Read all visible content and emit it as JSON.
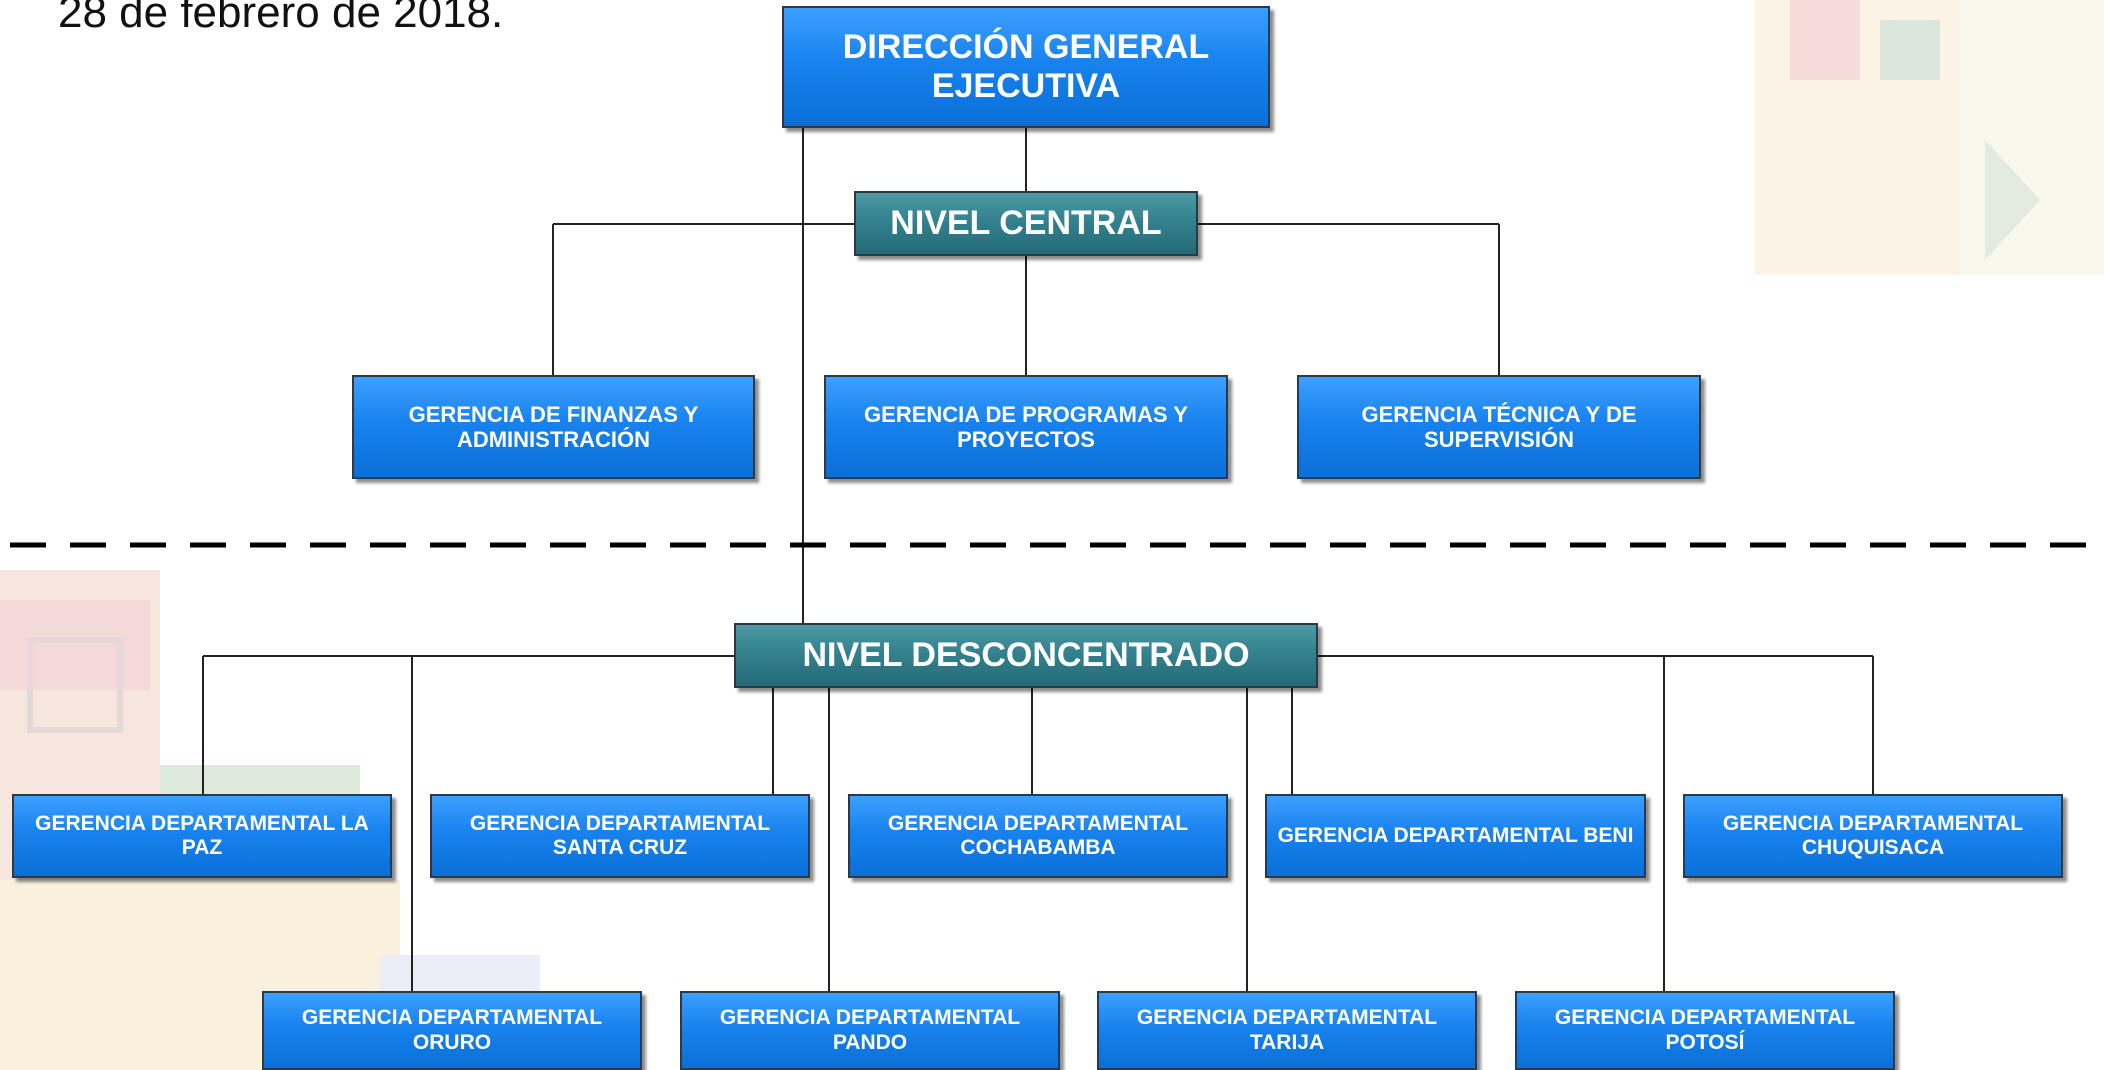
{
  "header": {
    "date_text": "28 de febrero de 2018."
  },
  "org_chart": {
    "root": {
      "label": "DIRECCIÓN GENERAL EJECUTIVA"
    },
    "central_level": {
      "label": "NIVEL CENTRAL"
    },
    "central_units": [
      {
        "label": "GERENCIA DE FINANZAS Y ADMINISTRACIÓN"
      },
      {
        "label": "GERENCIA DE PROGRAMAS Y PROYECTOS"
      },
      {
        "label": "GERENCIA TÉCNICA Y DE SUPERVISIÓN"
      }
    ],
    "deconcentrated_level": {
      "label": "NIVEL DESCONCENTRADO"
    },
    "departmental_units": [
      {
        "label": "GERENCIA DEPARTAMENTAL LA PAZ"
      },
      {
        "label": "GERENCIA DEPARTAMENTAL SANTA CRUZ"
      },
      {
        "label": "GERENCIA DEPARTAMENTAL COCHABAMBA"
      },
      {
        "label": "GERENCIA DEPARTAMENTAL BENI"
      },
      {
        "label": "GERENCIA DEPARTAMENTAL CHUQUISACA"
      },
      {
        "label": "GERENCIA DEPARTAMENTAL ORURO"
      },
      {
        "label": "GERENCIA DEPARTAMENTAL PANDO"
      },
      {
        "label": "GERENCIA DEPARTAMENTAL TARIJA"
      },
      {
        "label": "GERENCIA DEPARTAMENTAL POTOSÍ"
      }
    ]
  },
  "colors": {
    "box_blue": "#1882ee",
    "box_teal": "#327f8c",
    "connector": "#222222",
    "divider": "#000000"
  }
}
